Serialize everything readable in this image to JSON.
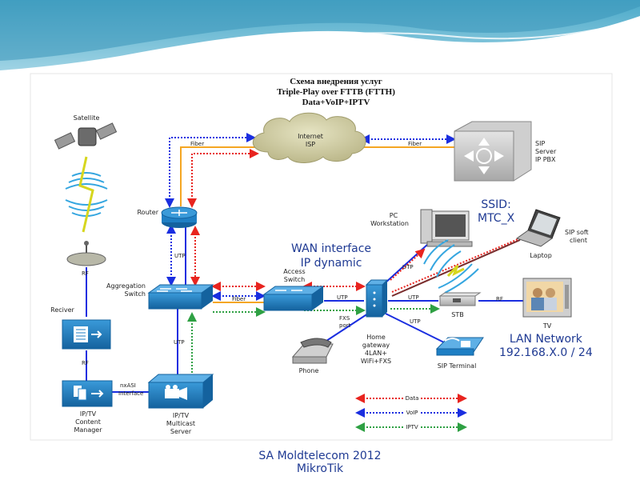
{
  "slide": {
    "title": "Laboratory work"
  },
  "diagram": {
    "title_lines": [
      "Схема внедрения услуг",
      "Triple-Play over FTTB (FTTH)",
      "Data+VoIP+IPTV"
    ],
    "nodes": {
      "satellite": "Satellite",
      "internet": [
        "Internet",
        "ISP"
      ],
      "sip_server": [
        "SIP",
        "Server",
        "IP PBX"
      ],
      "router": "Router",
      "pc": [
        "PC",
        "Workstation"
      ],
      "laptop": "Laptop",
      "sip_soft_client": [
        "SIP soft",
        "client"
      ],
      "aggregation_switch": [
        "Aggregation",
        "Switch"
      ],
      "access_switch": [
        "Access",
        "Switch"
      ],
      "home_gateway": [
        "Home",
        "gateway",
        "4LAN+",
        "WiFi+FXS"
      ],
      "stb": "STB",
      "tv": "TV",
      "receiver": "Reciver",
      "phone": "Phone",
      "sip_terminal": "SIP Terminal",
      "content_manager": [
        "IP/TV",
        "Content",
        "Manager"
      ],
      "multicast_server": [
        "IP/TV",
        "Multicast",
        "Server"
      ]
    },
    "link_labels": {
      "fiber_router": "Fiber",
      "fiber_sip": "Fiber",
      "fiber_switch": "Fiber",
      "utp_router": "UTP",
      "utp_access": "UTP",
      "utp_pc": "UTP",
      "utp_stb": "UTP",
      "utp_sip_terminal": "UTP",
      "utp_multicast": "UTP",
      "rf_dish": "RF",
      "rf_receiver": "RF",
      "rf_tv": "RF",
      "fxs_port": [
        "FXS",
        "port"
      ],
      "nxasi": [
        "nxASI",
        "Interface"
      ]
    },
    "legend": [
      {
        "label": "Data",
        "color": "#e8241f"
      },
      {
        "label": "VoIP",
        "color": "#1a2ee0"
      },
      {
        "label": "IPTV",
        "color": "#2ea043"
      }
    ],
    "annotations": {
      "ssid": [
        "SSID:",
        "MTC_X"
      ],
      "wan": [
        "WAN interface",
        "IP dynamic"
      ],
      "lan": [
        "LAN Network",
        "192.168.X.0 / 24"
      ]
    }
  },
  "footer": {
    "line1": "SA Moldtelecom 2012",
    "line2": "MikroTik"
  },
  "colors": {
    "data": "#e8241f",
    "voip": "#1a2ee0",
    "iptv": "#2ea043",
    "fiber": "#f5a623",
    "device": "#1f7fc4",
    "annotation": "#1f3a93"
  }
}
